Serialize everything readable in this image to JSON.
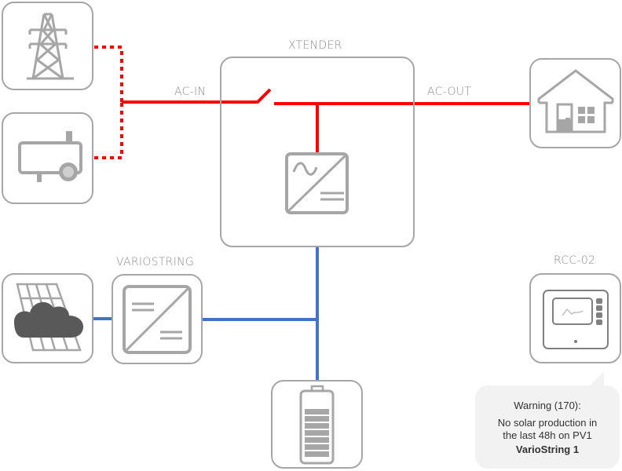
{
  "diagram": {
    "title": "System overview",
    "colors": {
      "ac_line": "#ff0000",
      "dc_line": "#4472c4",
      "box_border": "#a6a6a6",
      "icon_gray": "#a6a6a6",
      "icon_dark": "#595959",
      "bubble_bg": "#f2f2f2"
    },
    "labels": {
      "xtender": "XTENDER",
      "ac_in": "AC-IN",
      "ac_out": "AC-OUT",
      "variostring": "VARIOSTRING",
      "rcc": "RCC-02"
    },
    "nodes": [
      {
        "id": "grid",
        "icon": "power-pylon-icon"
      },
      {
        "id": "generator",
        "icon": "generator-icon"
      },
      {
        "id": "xtender",
        "icon": "inverter-icon",
        "label": "XTENDER"
      },
      {
        "id": "house",
        "icon": "house-icon"
      },
      {
        "id": "solar",
        "icon": "solar-panel-cloud-icon"
      },
      {
        "id": "variostring",
        "icon": "dc-dc-converter-icon",
        "label": "VARIOSTRING"
      },
      {
        "id": "battery",
        "icon": "battery-icon"
      },
      {
        "id": "rcc",
        "icon": "remote-control-icon",
        "label": "RCC-02"
      }
    ],
    "connections": [
      {
        "from": "grid",
        "to": "xtender",
        "type": "ac",
        "style": "dotted"
      },
      {
        "from": "generator",
        "to": "xtender",
        "type": "ac",
        "style": "dotted"
      },
      {
        "from": "xtender",
        "to": "house",
        "type": "ac",
        "style": "solid"
      },
      {
        "from": "solar",
        "to": "variostring",
        "type": "dc",
        "style": "solid"
      },
      {
        "from": "variostring",
        "to": "battery",
        "type": "dc",
        "style": "solid"
      },
      {
        "from": "xtender",
        "to": "battery",
        "type": "dc",
        "style": "solid"
      }
    ],
    "transfer_switch": "open"
  },
  "warning": {
    "title": "Warning (170):",
    "message_line1": "No solar production in",
    "message_line2": "the last 48h on PV1",
    "device": "VarioString 1"
  }
}
